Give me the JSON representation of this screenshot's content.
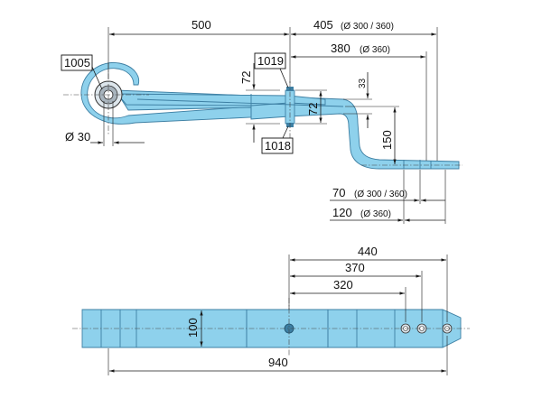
{
  "side_view": {
    "dim_500": "500",
    "dim_405": "405",
    "dim_405_note": "(Ø 300 / 360)",
    "dim_380": "380",
    "dim_380_note": "(Ø 360)",
    "dim_72_left": "72",
    "dim_72_right": "72",
    "dim_33": "33",
    "dim_150": "150",
    "dim_d30": "Ø 30",
    "dim_70": "70",
    "dim_70_note": "(Ø 300 / 360)",
    "dim_120": "120",
    "dim_120_note": "(Ø 360)",
    "part_1005": "1005",
    "part_1019": "1019",
    "part_1018": "1018"
  },
  "top_view": {
    "dim_440": "440",
    "dim_370": "370",
    "dim_320": "320",
    "dim_100": "100",
    "dim_940": "940"
  },
  "colors": {
    "part_fill": "#8ed1ec",
    "part_stroke": "#3d7fa3"
  }
}
